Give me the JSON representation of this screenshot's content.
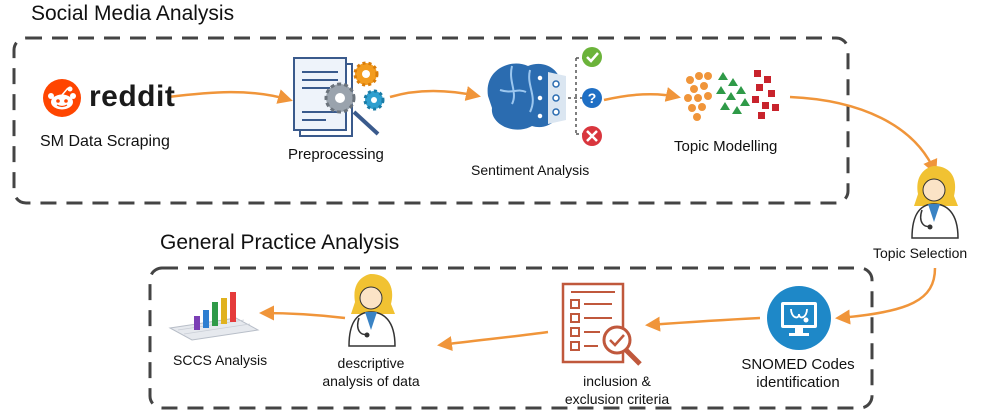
{
  "sections": {
    "social": {
      "title": "Social Media Analysis"
    },
    "general": {
      "title": "General Practice Analysis"
    }
  },
  "steps": {
    "reddit_logo_text": "reddit",
    "scraping": "SM Data Scraping",
    "preprocessing": "Preprocessing",
    "sentiment": "Sentiment Analysis",
    "topic_modelling": "Topic Modelling",
    "topic_selection": "Topic Selection",
    "snomed_line1": "SNOMED Codes",
    "snomed_line2": "identification",
    "inclusion_line1": "inclusion &",
    "inclusion_line2": "exclusion criteria",
    "descriptive_line1": "descriptive",
    "descriptive_line2": "analysis of data",
    "sccs": "SCCS Analysis"
  },
  "colors": {
    "arrow": "#F0953A",
    "reddit": "#FF4500",
    "border": "#444444",
    "sentiment_positive": "#6BB33A",
    "sentiment_neutral": "#1F6FC4",
    "sentiment_negative": "#D9363E"
  },
  "icons": [
    "reddit-icon",
    "document-gears-icon",
    "brain-network-icon",
    "check-icon",
    "question-icon",
    "cross-icon",
    "clusters-icon",
    "doctor-icon",
    "monitor-stethoscope-icon",
    "checklist-icon",
    "bar-chart-icon"
  ]
}
